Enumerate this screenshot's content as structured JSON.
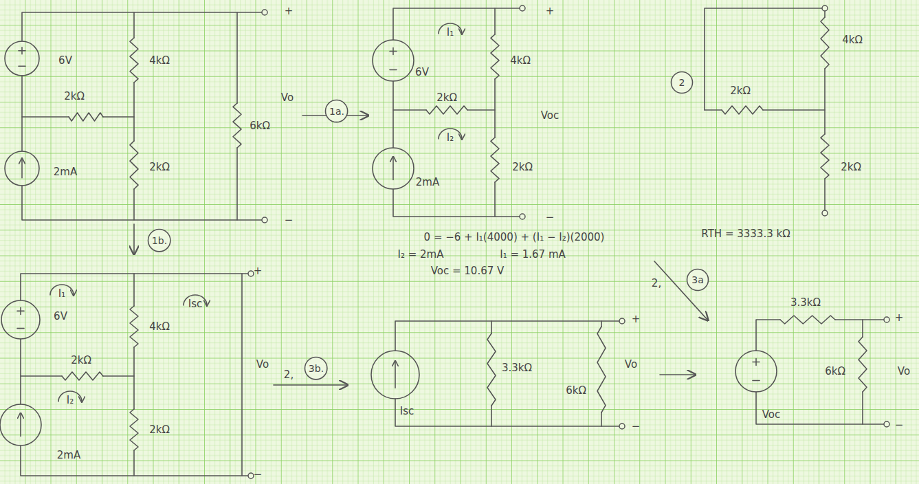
{
  "diagram": {
    "nodes": [
      {
        "text": [
          "2"
        ]
      },
      {
        "text": [
          "1a."
        ]
      },
      {
        "text": [
          "1b."
        ]
      },
      {
        "text": [
          "3a"
        ]
      },
      {
        "text": [
          "3b."
        ]
      }
    ],
    "labels": [
      "+",
      "6V",
      "4kΩ",
      "2kΩ",
      "Vo",
      "6kΩ",
      "2mA",
      "2kΩ",
      "−",
      "+",
      "I₁",
      "6V",
      "4kΩ",
      "2kΩ",
      "Voc",
      "I₂",
      "2mA",
      "2kΩ",
      "−",
      "4kΩ",
      "2kΩ",
      "2kΩ",
      "RTH = 3333.3 kΩ",
      "0 = −6 + I₁(4000) + (I₁ − I₂)(2000)",
      "I₂ = 2mA",
      "I₁ = 1.67 mA",
      "Voc = 10.67 V",
      "2,",
      "+",
      "I₁",
      "6V",
      "4kΩ",
      "Isc",
      "2kΩ",
      "Vo",
      "2,",
      "I₂",
      "2kΩ",
      "2mA",
      "−",
      "3.3kΩ",
      "+",
      "+",
      "3.3kΩ",
      "Vo",
      "6kΩ",
      "6kΩ",
      "Vo",
      "Isc",
      "Voc",
      "−",
      "−"
    ]
  }
}
